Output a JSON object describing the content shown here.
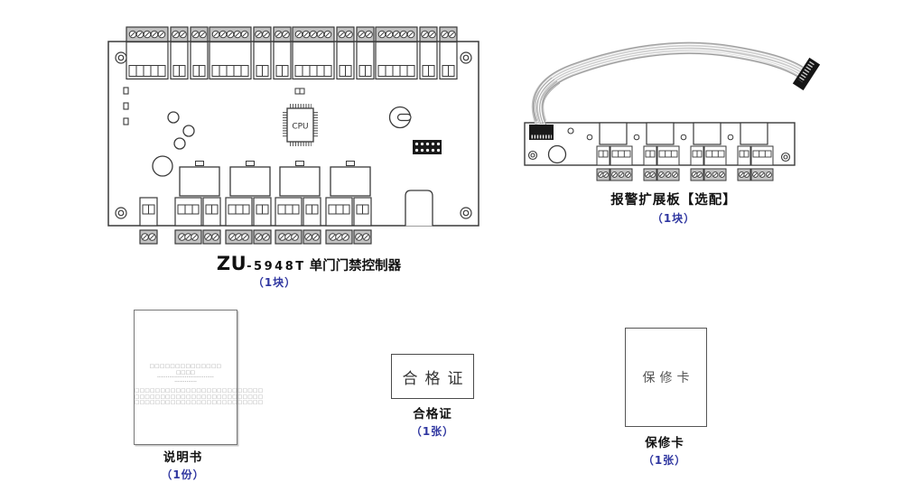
{
  "colors": {
    "accent_blue": "#2f36a0",
    "line_dark": "#3a3a3a",
    "terminal_gray": "#c2c2c2"
  },
  "controller": {
    "model_prefix": "ZU",
    "model_suffix": "-5948T",
    "name": "单门门禁控制器",
    "qty": "（1块）",
    "cpu_label": "CPU"
  },
  "expansion_board": {
    "name": "报警扩展板【选配】",
    "qty": "（1块）"
  },
  "manual": {
    "name": "说明书",
    "qty": "（1份）",
    "page_lines": {
      "title": "□□□□□□□□□□□□□□",
      "subtitle": "□□□□",
      "dots1": "·································",
      "dots2": "·············",
      "row1": "□□□□□□□□□□□□□□□□□□□□□□□□□",
      "row2": "□□□□□□□□□□□□□□□□□□□□□□□□□",
      "row3": "□□□□□□□□□□□□□□□□□□□□□□□□□"
    }
  },
  "certificate": {
    "name": "合格证",
    "qty": "（1张）",
    "card_text": "合格证"
  },
  "warranty": {
    "name": "保修卡",
    "qty": "（1张）",
    "card_text": "保修卡"
  }
}
